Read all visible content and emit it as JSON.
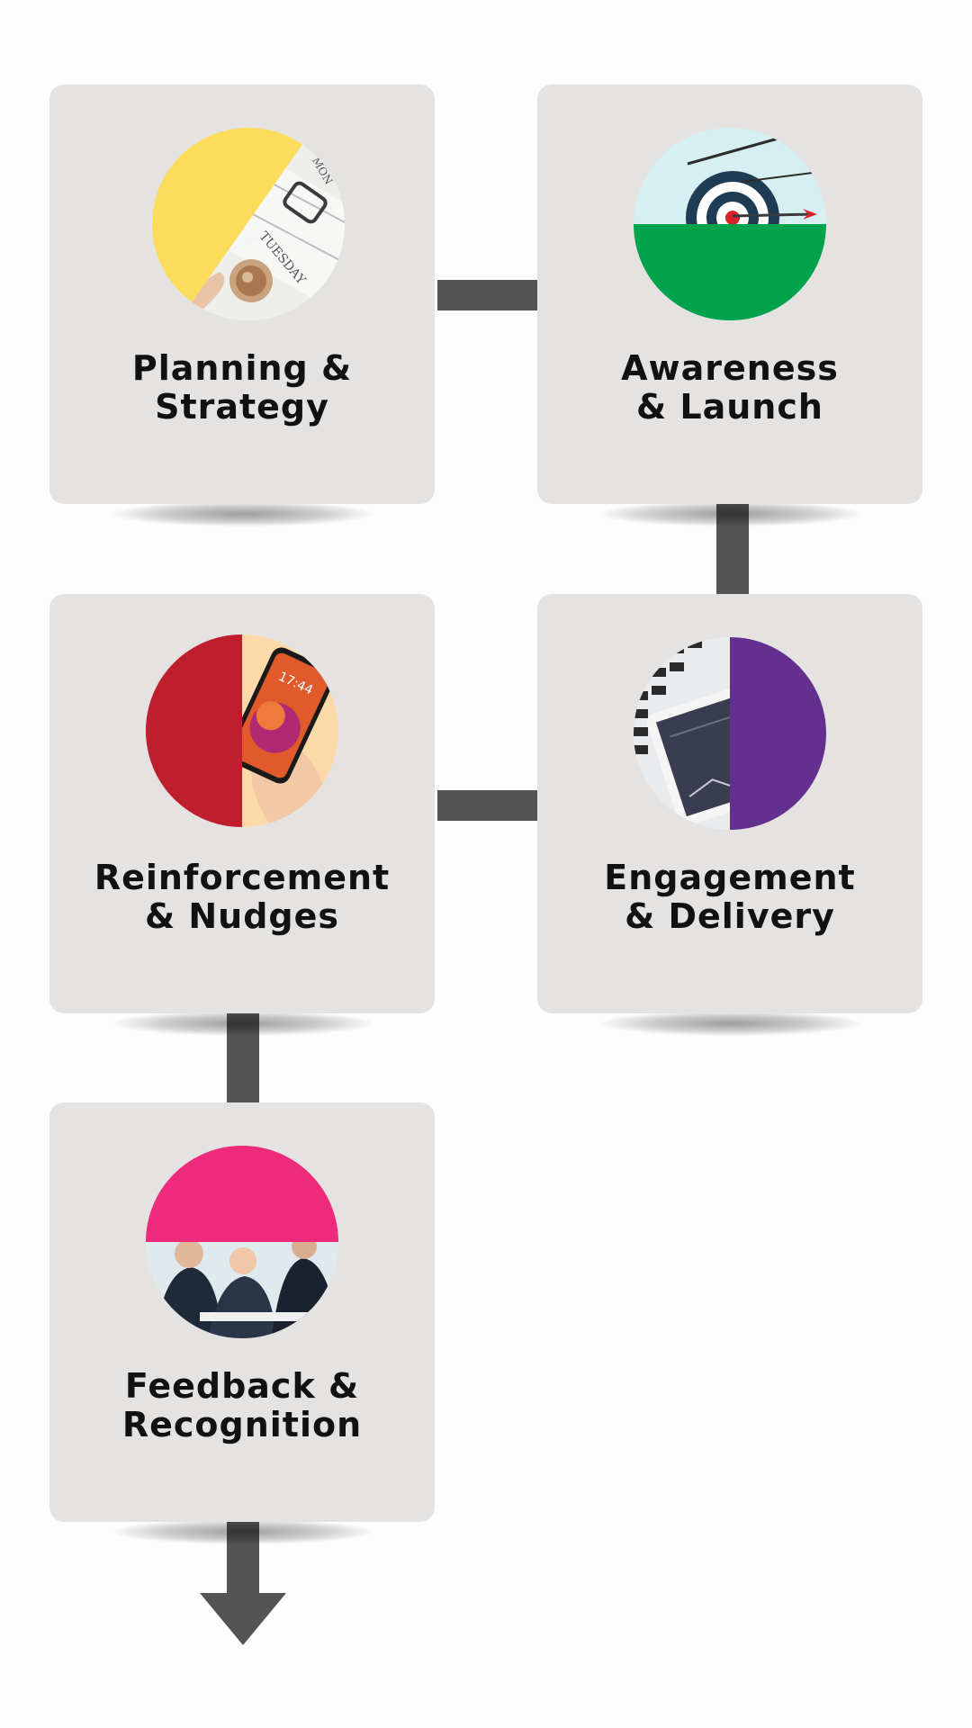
{
  "colors": {
    "card": "#e5e3e2",
    "connector": "#545454",
    "planning_accent": "#fddc5c",
    "awareness_accent": "#00a24b",
    "engagement_accent": "#63308f",
    "reinforcement_accent": "#bf1e2e",
    "feedback_accent": "#ee2a7b"
  },
  "steps": [
    {
      "line1": "Planning &",
      "line2": "Strategy",
      "icon": "calendar-coffee-photo-icon"
    },
    {
      "line1": "Awareness",
      "line2": "& Launch",
      "icon": "target-arrow-photo-icon"
    },
    {
      "line1": "Engagement",
      "line2": "& Delivery",
      "icon": "tablet-laptop-photo-icon"
    },
    {
      "line1": "Reinforcement",
      "line2": "& Nudges",
      "icon": "smartphone-hand-photo-icon"
    },
    {
      "line1": "Feedback &",
      "line2": "Recognition",
      "icon": "team-applause-photo-icon"
    }
  ]
}
